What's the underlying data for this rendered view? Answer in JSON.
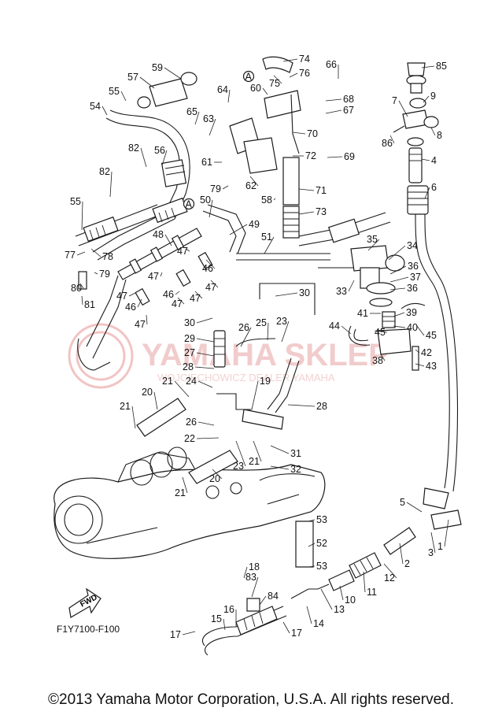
{
  "diagram_code": "F1Y7100-F100",
  "copyright": "©2013 Yamaha Motor Corporation, U.S.A. All rights reserved.",
  "watermark": {
    "text": "YAMAHA SKLEP",
    "subtext": "WOJCIECHOWICZ DEALER YAMAHA"
  },
  "fwd_label": "FWD",
  "reference_marks": [
    "A",
    "A"
  ],
  "colors": {
    "line": "#1a1a1a",
    "watermark": "#f1cccc"
  },
  "callouts": [
    {
      "n": "1"
    },
    {
      "n": "2"
    },
    {
      "n": "3"
    },
    {
      "n": "4"
    },
    {
      "n": "5"
    },
    {
      "n": "6"
    },
    {
      "n": "7"
    },
    {
      "n": "8"
    },
    {
      "n": "9"
    },
    {
      "n": "10"
    },
    {
      "n": "11"
    },
    {
      "n": "12"
    },
    {
      "n": "13"
    },
    {
      "n": "14"
    },
    {
      "n": "15"
    },
    {
      "n": "16"
    },
    {
      "n": "17"
    },
    {
      "n": "17"
    },
    {
      "n": "18"
    },
    {
      "n": "19"
    },
    {
      "n": "20"
    },
    {
      "n": "20"
    },
    {
      "n": "21"
    },
    {
      "n": "21"
    },
    {
      "n": "21"
    },
    {
      "n": "21"
    },
    {
      "n": "22"
    },
    {
      "n": "23"
    },
    {
      "n": "23"
    },
    {
      "n": "24"
    },
    {
      "n": "25"
    },
    {
      "n": "26"
    },
    {
      "n": "26"
    },
    {
      "n": "27"
    },
    {
      "n": "28"
    },
    {
      "n": "28"
    },
    {
      "n": "29"
    },
    {
      "n": "30"
    },
    {
      "n": "30"
    },
    {
      "n": "31"
    },
    {
      "n": "32"
    },
    {
      "n": "33"
    },
    {
      "n": "34"
    },
    {
      "n": "35"
    },
    {
      "n": "36"
    },
    {
      "n": "36"
    },
    {
      "n": "37"
    },
    {
      "n": "38"
    },
    {
      "n": "39"
    },
    {
      "n": "40"
    },
    {
      "n": "41"
    },
    {
      "n": "42"
    },
    {
      "n": "43"
    },
    {
      "n": "44"
    },
    {
      "n": "45"
    },
    {
      "n": "45"
    },
    {
      "n": "46"
    },
    {
      "n": "46"
    },
    {
      "n": "46"
    },
    {
      "n": "47"
    },
    {
      "n": "47"
    },
    {
      "n": "47"
    },
    {
      "n": "47"
    },
    {
      "n": "47"
    },
    {
      "n": "47"
    },
    {
      "n": "47"
    },
    {
      "n": "48"
    },
    {
      "n": "49"
    },
    {
      "n": "50"
    },
    {
      "n": "51"
    },
    {
      "n": "52"
    },
    {
      "n": "53"
    },
    {
      "n": "53"
    },
    {
      "n": "54"
    },
    {
      "n": "55"
    },
    {
      "n": "55"
    },
    {
      "n": "56"
    },
    {
      "n": "57"
    },
    {
      "n": "58"
    },
    {
      "n": "59"
    },
    {
      "n": "60"
    },
    {
      "n": "61"
    },
    {
      "n": "62"
    },
    {
      "n": "63"
    },
    {
      "n": "64"
    },
    {
      "n": "65"
    },
    {
      "n": "66"
    },
    {
      "n": "67"
    },
    {
      "n": "68"
    },
    {
      "n": "69"
    },
    {
      "n": "70"
    },
    {
      "n": "71"
    },
    {
      "n": "72"
    },
    {
      "n": "73"
    },
    {
      "n": "74"
    },
    {
      "n": "75"
    },
    {
      "n": "76"
    },
    {
      "n": "77"
    },
    {
      "n": "78"
    },
    {
      "n": "79"
    },
    {
      "n": "79"
    },
    {
      "n": "80"
    },
    {
      "n": "81"
    },
    {
      "n": "82"
    },
    {
      "n": "82"
    },
    {
      "n": "83"
    },
    {
      "n": "84"
    },
    {
      "n": "85"
    },
    {
      "n": "86"
    }
  ]
}
